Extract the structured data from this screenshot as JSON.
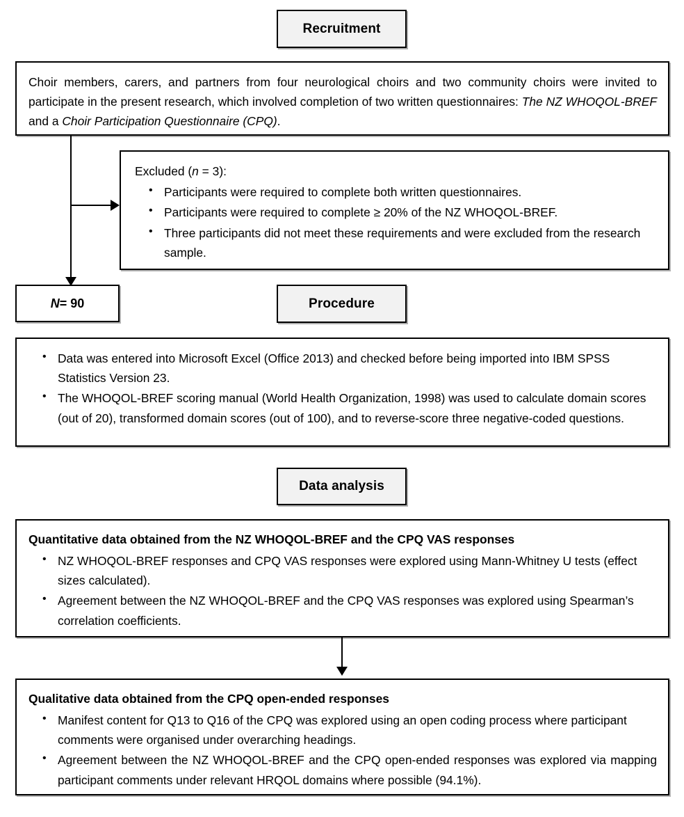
{
  "figure": {
    "type": "flowchart",
    "title_visible": false
  },
  "stages": {
    "recruitment_label": "Recruitment",
    "procedure_label": "Procedure",
    "data_analysis_label": "Data analysis"
  },
  "recruitment_box": {
    "text_part1": "Choir members, carers, and partners from four neurological choirs and two community choirs were invited to participate in the present research, which involved completion of two written questionnaires: ",
    "italic1": "The NZ WHOQOL-BREF",
    "text_part2": " and a ",
    "italic2": "Choir Participation Questionnaire (CPQ)",
    "text_part3": "."
  },
  "excluded_box": {
    "lead_prefix": "Excluded (",
    "lead_italic": "n",
    "lead_suffix": " = 3):",
    "bullets": [
      "Participants were required to complete both written questionnaires.",
      "Participants were required to complete ≥ 20% of the NZ WHOQOL-BREF.",
      "Three participants did not meet these requirements and were excluded from the research sample."
    ]
  },
  "sample_box": {
    "italic_symbol": "N",
    "value_text": " = 90"
  },
  "procedure_box": {
    "bullets": [
      "Data was entered into Microsoft Excel (Office 2013) and checked before being imported into IBM SPSS Statistics Version 23.",
      "The WHOQOL-BREF scoring manual (World Health Organization, 1998) was used to calculate domain scores (out of 20), transformed domain scores (out of 100), and to reverse-score three negative-coded questions."
    ]
  },
  "quantitative_box": {
    "heading": "Quantitative data obtained from the NZ WHOQOL-BREF and the CPQ VAS responses",
    "bullets": [
      "NZ WHOQOL-BREF responses and CPQ VAS responses were explored using Mann-Whitney U tests (effect sizes calculated).",
      "Agreement between the NZ WHOQOL-BREF and the CPQ VAS responses was explored using Spearman’s correlation coefficients."
    ]
  },
  "qualitative_box": {
    "heading": "Qualitative data obtained from the CPQ open-ended responses",
    "bullets": [
      "Manifest content for Q13 to Q16 of the CPQ was explored using an open coding process where participant comments were organised under overarching headings.",
      "Agreement between the NZ WHOQOL-BREF and the CPQ open-ended responses was explored via mapping participant comments under relevant HRQOL domains where possible (94.1%)."
    ]
  },
  "colors": {
    "header_fill": "#f2f2f2",
    "box_fill": "#ffffff",
    "stroke": "#000000"
  }
}
